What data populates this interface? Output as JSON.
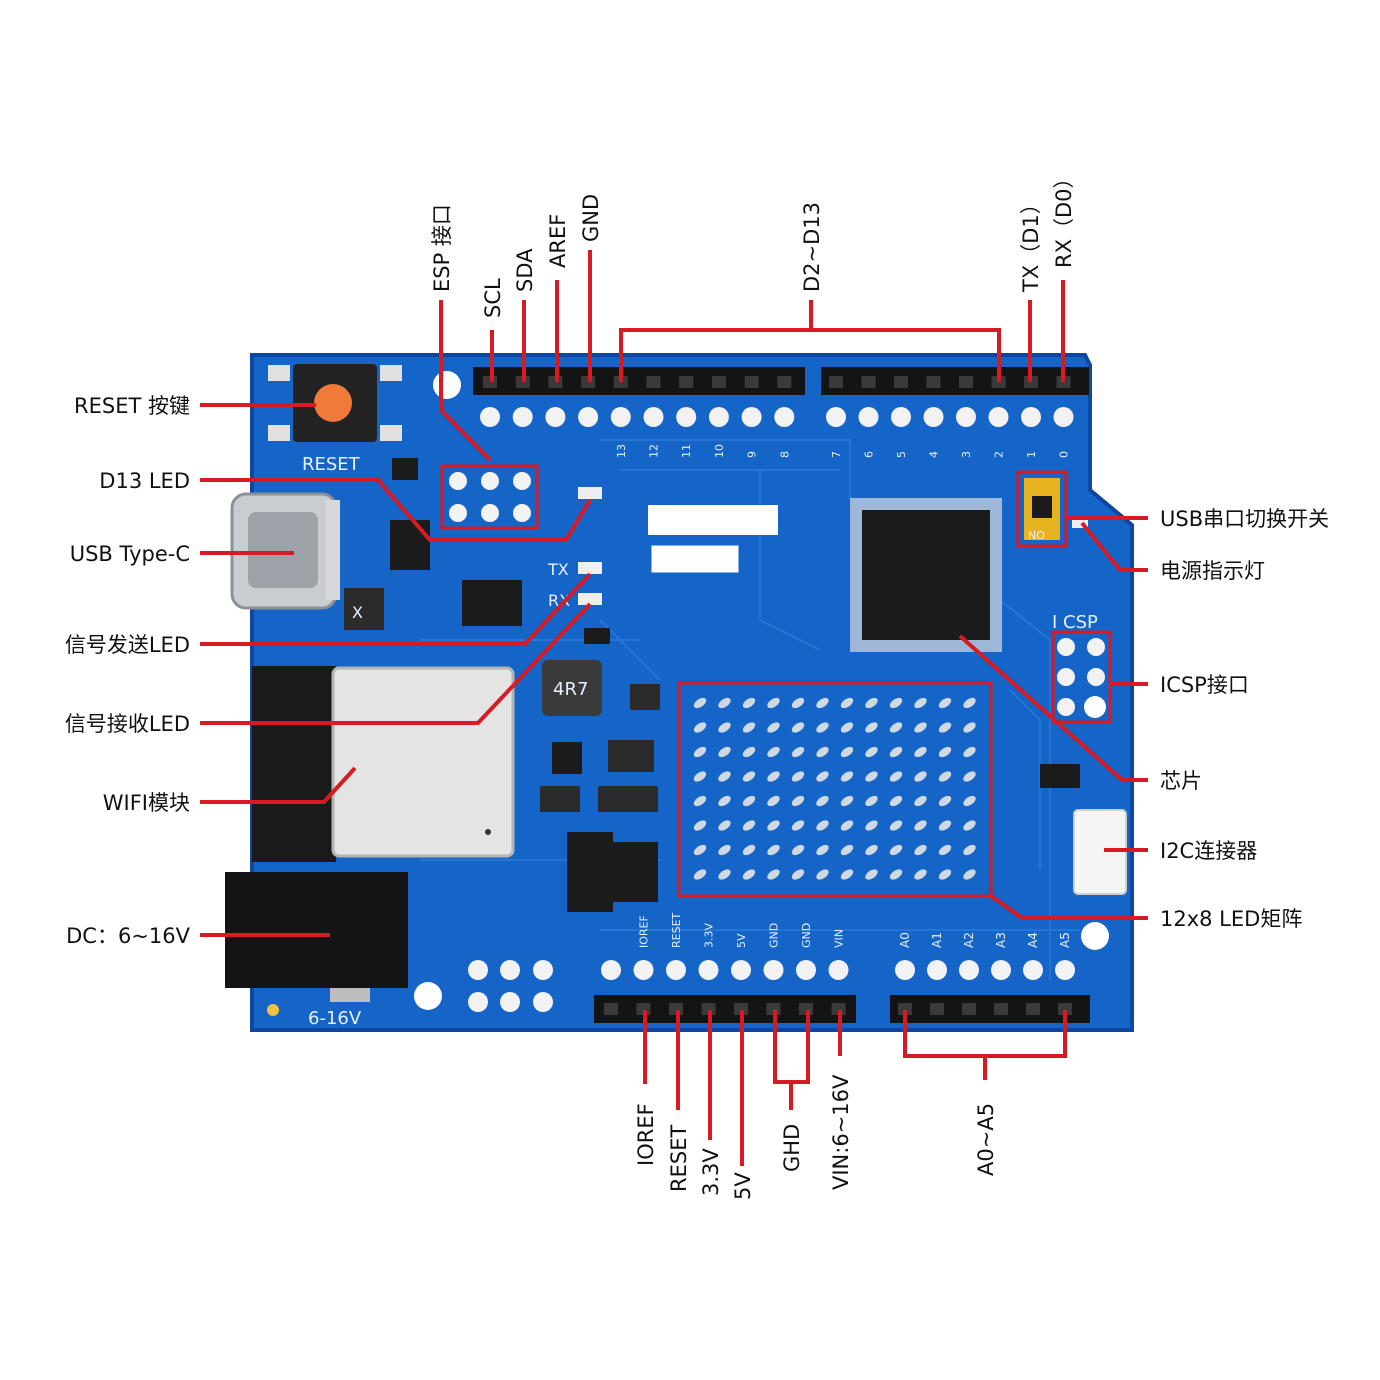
{
  "colors": {
    "board": "#1565c8",
    "board_edge": "#0d47a1",
    "leader": "#d81b23",
    "header": "#141414",
    "pad": "#f2f2f2",
    "led_matrix": "#cfd8e3",
    "reset_button": "#ef7a3a"
  },
  "labels": {
    "left": {
      "reset_button": "RESET 按键",
      "d13_led": "D13 LED",
      "usb_type_c": "USB Type-C",
      "tx_led": "信号发送LED",
      "rx_led": "信号接收LED",
      "wifi_module": "WIFI模块",
      "dc_jack": "DC：6~16V"
    },
    "right": {
      "usb_serial_switch": "USB串口切换开关",
      "power_led": "电源指示灯",
      "icsp_header": "ICSP接口",
      "chip": "芯片",
      "i2c_connector": "I2C连接器",
      "led_matrix": "12x8 LED矩阵"
    },
    "top": {
      "esp_port": "ESP 接口",
      "scl": "SCL",
      "sda": "SDA",
      "aref": "AREF",
      "gnd": "GND",
      "d2_d13": "D2~D13",
      "tx_d1": "TX（D1）",
      "rx_d0": "RX（D0）"
    },
    "bottom": {
      "ioref": "IOREF",
      "reset": "RESET",
      "v33": "3.3V",
      "v5": "5V",
      "gnd": "GHD",
      "vin": "VIN:6~16V",
      "a0_a5": "A0~A5"
    }
  },
  "silkscreen": {
    "reset": "RESET",
    "tx": "TX",
    "rx": "RX",
    "icsp": "I CSP",
    "inductor": "4R7",
    "voltage": "6-16V",
    "switch_no": "NO",
    "digital_pins": [
      "13",
      "12",
      "11",
      "10",
      "9",
      "8",
      "7",
      "6",
      "5",
      "4",
      "3",
      "2",
      "1",
      "0"
    ],
    "power_pins": [
      "IOREF",
      "RESET",
      "3.3V",
      "5V",
      "GND",
      "GND",
      "VIN"
    ],
    "analog_pins": [
      "A0",
      "A1",
      "A2",
      "A3",
      "A4",
      "A5"
    ]
  }
}
